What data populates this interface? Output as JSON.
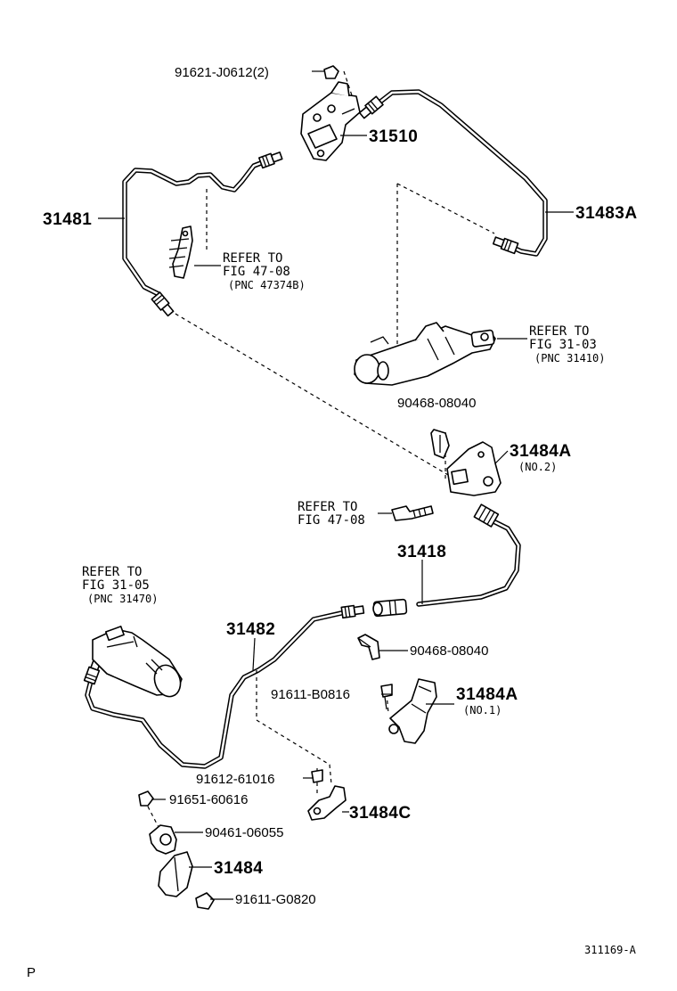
{
  "labels": {
    "p91621": "91621-J0612(2)",
    "p31510": "31510",
    "p31481": "31481",
    "p31483a": "31483A",
    "refer_a_line1": "REFER TO",
    "refer_a_line2": "FIG 47-08",
    "refer_a_line3": "(PNC 47374B)",
    "refer_b_line1": "REFER TO",
    "refer_b_line2": "FIG 31-03",
    "refer_b_line3": "(PNC 31410)",
    "p90468a": "90468-08040",
    "p31484a_2": "31484A",
    "p31484a_2_note": "(NO.2)",
    "refer_c_line1": "REFER TO",
    "refer_c_line2": "FIG 47-08",
    "p31418": "31418",
    "refer_d_line1": "REFER TO",
    "refer_d_line2": "FIG 31-05",
    "refer_d_line3": "(PNC 31470)",
    "p31482": "31482",
    "p90468b": "90468-08040",
    "p91611b": "91611-B0816",
    "p31484a_1": "31484A",
    "p31484a_1_note": "(NO.1)",
    "p91612": "91612-61016",
    "p91651": "91651-60616",
    "p31484c": "31484C",
    "p90461": "90461-06055",
    "p31484": "31484",
    "p91611g": "91611-G0820",
    "figure_code": "311169-A",
    "corner_mark": "P"
  }
}
